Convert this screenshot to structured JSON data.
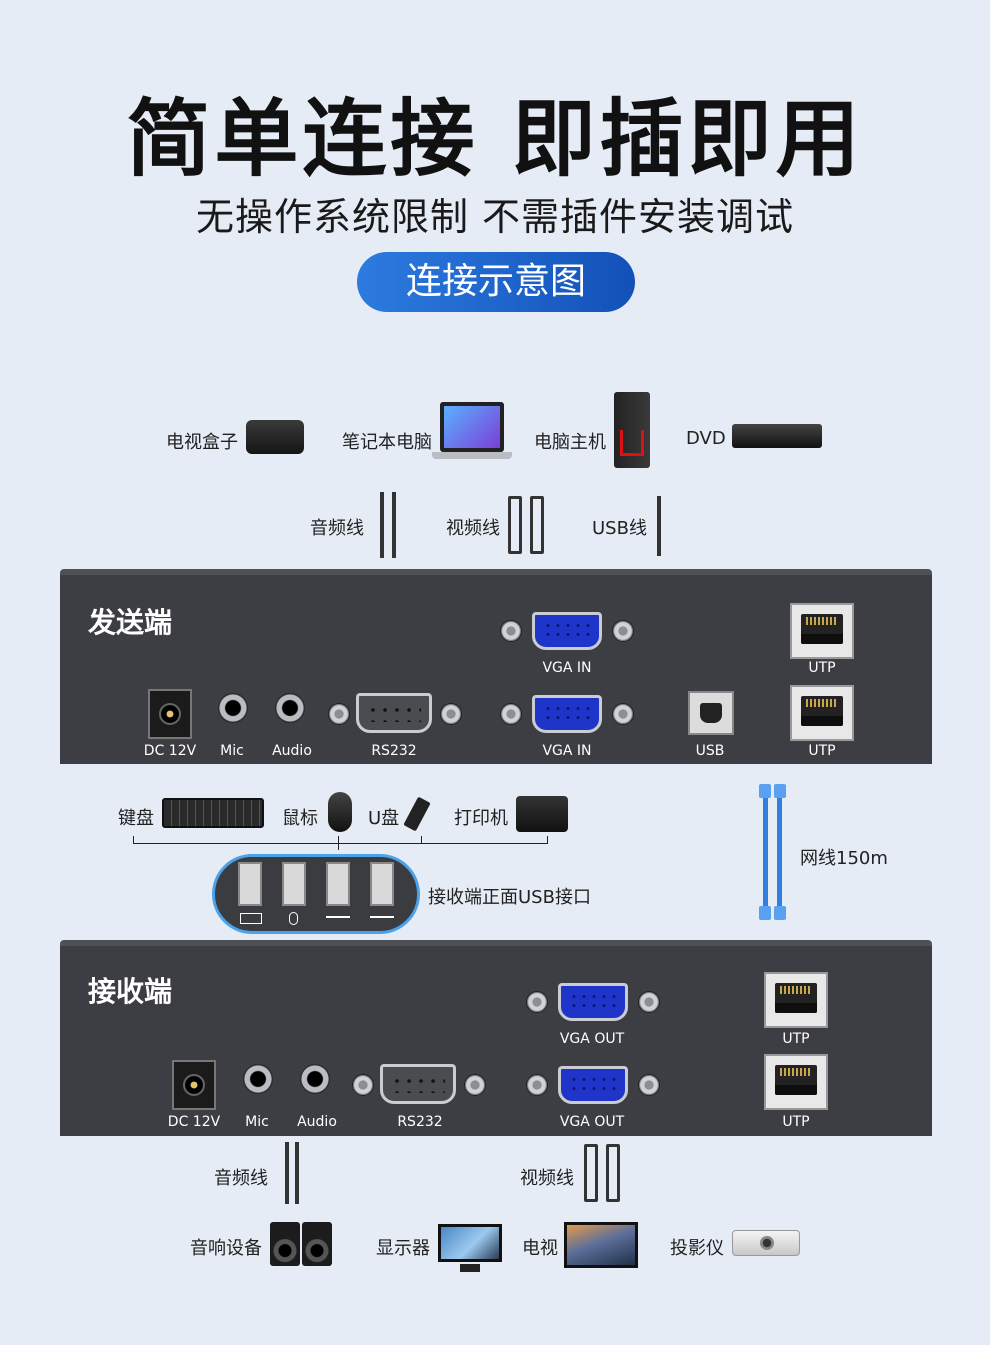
{
  "header": {
    "title": "简单连接 即插即用",
    "subtitle": "无操作系统限制  不需插件安装调试",
    "badge": "连接示意图"
  },
  "sources": {
    "tv_box": "电视盒子",
    "laptop": "笔记本电脑",
    "desktop": "电脑主机",
    "dvd": "DVD"
  },
  "source_cables": {
    "audio": "音频线",
    "video": "视频线",
    "usb": "USB线"
  },
  "sender": {
    "title": "发送端",
    "vga_in_top": "VGA IN",
    "utp_top": "UTP",
    "dc": "DC 12V",
    "mic": "Mic",
    "audio": "Audio",
    "rs232": "RS232",
    "vga_in_bottom": "VGA IN",
    "usb": "USB",
    "utp_bottom": "UTP"
  },
  "peripherals": {
    "keyboard": "键盘",
    "mouse": "鼠标",
    "udisk": "U盘",
    "printer": "打印机",
    "usb_front": "接收端正面USB接口",
    "network": "网线150m"
  },
  "receiver": {
    "title": "接收端",
    "vga_out_top": "VGA OUT",
    "utp_top": "UTP",
    "dc": "DC 12V",
    "mic": "Mic",
    "audio": "Audio",
    "rs232": "RS232",
    "vga_out_bottom": "VGA OUT",
    "utp_bottom": "UTP"
  },
  "output_cables": {
    "audio": "音频线",
    "video": "视频线"
  },
  "outputs": {
    "speakers": "音响设备",
    "monitor": "显示器",
    "tv": "电视",
    "projector": "投影仪"
  },
  "colors": {
    "background": "#e5ecf6",
    "panel": "#3c3e43",
    "badge_start": "#2d7be0",
    "badge_end": "#1251b8",
    "vga_blue": "#1f35c9",
    "network_cable": "#2f7fe0"
  }
}
